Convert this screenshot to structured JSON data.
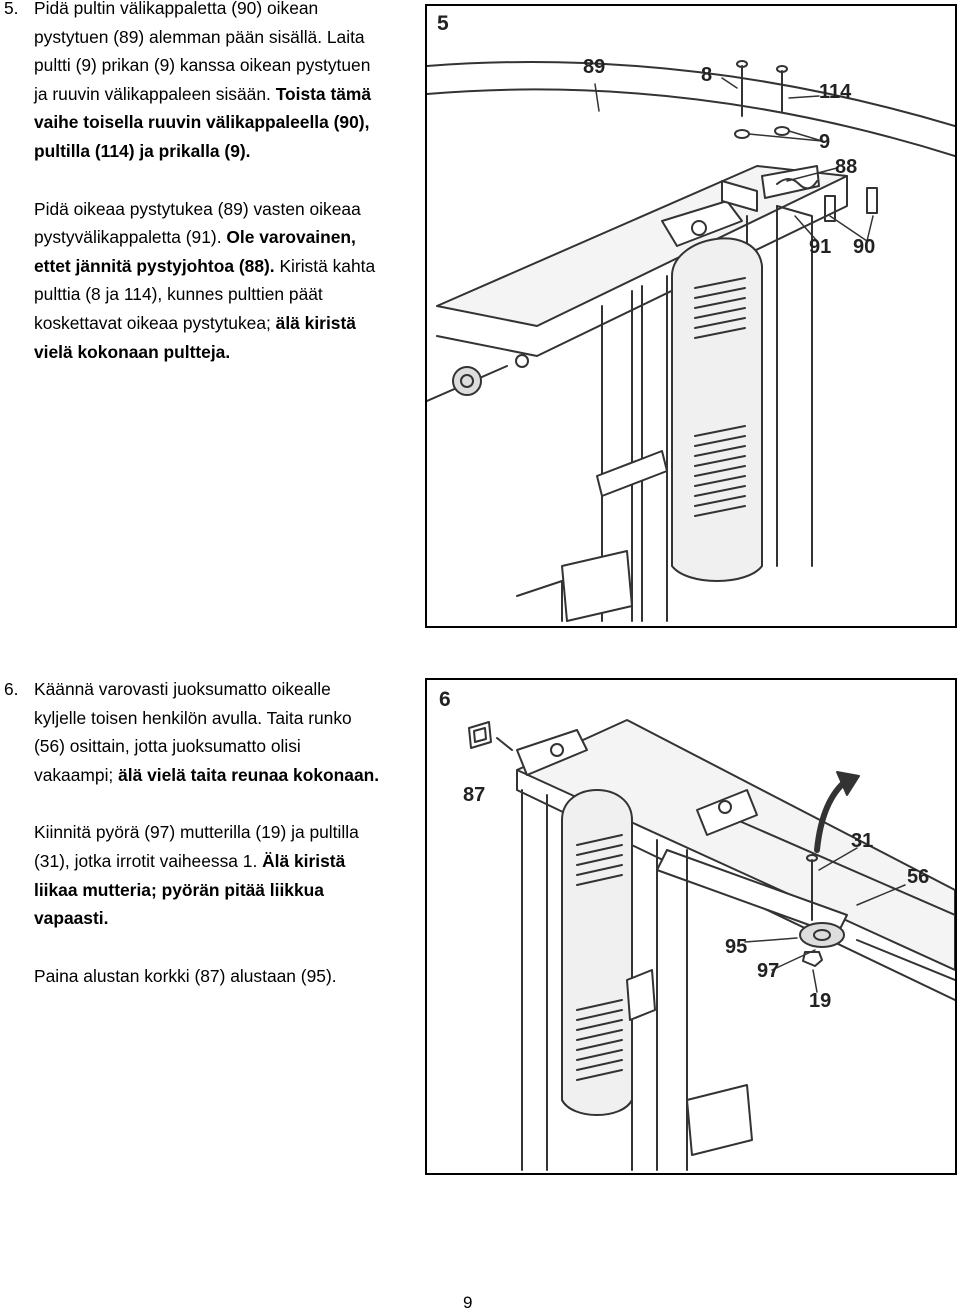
{
  "step5": {
    "number": "5.",
    "para1_line1": "Pidä pultin välikappaletta (90) oikean",
    "para1_line2": "pystytuen (89) alemman pään sisällä. Laita",
    "para1_line3": "pultti (9) prikan (9) kanssa oikean pystytuen",
    "para1_line4_plain": "ja ruuvin välikappaleen sisään. ",
    "para1_line4_bold": "Toista tämä",
    "para1_line5_bold": "vaihe toisella ruuvin välikappaleella (90),",
    "para1_line6_bold": "pultilla (114) ja prikalla (9).",
    "para2_line1": "Pidä oikeaa pystytukea (89) vasten oikeaa",
    "para2_line2_plain": "pystyvälikappaletta (91). ",
    "para2_line2_bold": "Ole varovainen,",
    "para2_line3_bold": "ettet jännitä pystyjohtoa (88).",
    "para2_line3_plain": " Kiristä kahta",
    "para2_line4": "pulttia (8 ja 114), kunnes pulttien päät",
    "para2_line5_plain": "koskettavat oikeaa pystytukea; ",
    "para2_line5_bold": "älä kiristä",
    "para2_line6_bold": "vielä kokonaan pultteja."
  },
  "step6": {
    "number": "6.",
    "para1_line1": "Käännä varovasti juoksumatto oikealle",
    "para1_line2": "kyljelle toisen henkilön avulla. Taita runko",
    "para1_line3": "(56) osittain, jotta juoksumatto olisi",
    "para1_line4_plain": "vakaampi; ",
    "para1_line4_bold": "älä vielä taita reunaa kokonaan.",
    "para2_line1": "Kiinnitä pyörä (97) mutterilla (19) ja pultilla",
    "para2_line2_plain": "(31), jotka irrotit vaiheessa 1. ",
    "para2_line2_bold": "Älä kiristä",
    "para2_line3_bold": "liikaa mutteria; pyörän pitää liikkua",
    "para2_line4_bold": "vapaasti.",
    "para3_line1": "Paina alustan korkki (87) alustaan (95)."
  },
  "figure5": {
    "number": "5",
    "callouts": {
      "c89": "89",
      "c8": "8",
      "c114": "114",
      "c9": "9",
      "c88": "88",
      "c91": "91",
      "c90": "90"
    }
  },
  "figure6": {
    "number": "6",
    "callouts": {
      "c87": "87",
      "c31": "31",
      "c56": "56",
      "c95": "95",
      "c97": "97",
      "c19": "19"
    }
  },
  "page_number": "9"
}
